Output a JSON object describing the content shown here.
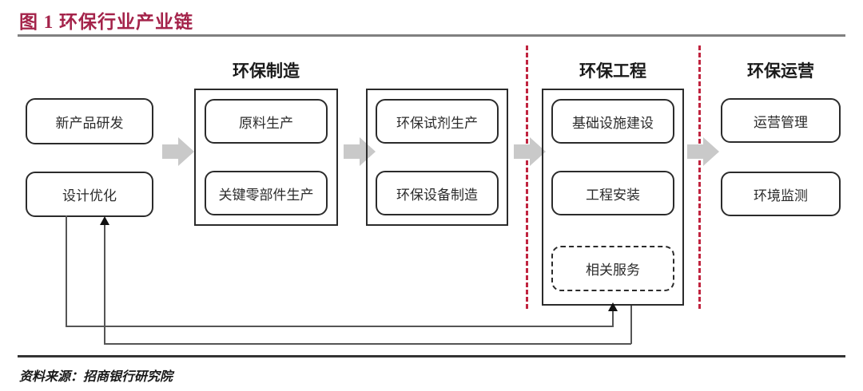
{
  "figure": {
    "title": "图 1  环保行业产业链",
    "title_color": "#a4234a",
    "source_label": "资料来源：招商银行研究院"
  },
  "diagram": {
    "type": "flow-chain",
    "stages": [
      {
        "id": "rnd",
        "header": "",
        "boxed": false,
        "nodes": [
          {
            "label": "新产品研发",
            "style": "solid"
          },
          {
            "label": "设计优化",
            "style": "solid"
          }
        ]
      },
      {
        "id": "manufacturing",
        "header": "环保制造",
        "boxed": true,
        "nodes": [
          {
            "label": "原料生产",
            "style": "solid"
          },
          {
            "label": "关键零部件生产",
            "style": "solid"
          }
        ]
      },
      {
        "id": "products",
        "header": "",
        "boxed": true,
        "nodes": [
          {
            "label": "环保试剂生产",
            "style": "solid"
          },
          {
            "label": "环保设备制造",
            "style": "solid"
          }
        ]
      },
      {
        "id": "engineering",
        "header": "环保工程",
        "boxed": true,
        "nodes": [
          {
            "label": "基础设施建设",
            "style": "solid"
          },
          {
            "label": "工程安装",
            "style": "solid"
          },
          {
            "label": "相关服务",
            "style": "dashed"
          }
        ]
      },
      {
        "id": "operations",
        "header": "环保运营",
        "boxed": false,
        "nodes": [
          {
            "label": "运营管理",
            "style": "solid"
          },
          {
            "label": "环境监测",
            "style": "solid"
          }
        ]
      }
    ],
    "flow_arrows": 4,
    "dividers": [
      {
        "color": "#c0243f",
        "style": "dashed",
        "orientation": "vertical"
      },
      {
        "color": "#c0243f",
        "style": "dashed",
        "orientation": "vertical"
      }
    ],
    "feedback_loops": [
      {
        "from": "engineering",
        "to": "design-optimization"
      },
      {
        "from": "design-optimization",
        "to": "engineering"
      }
    ]
  }
}
